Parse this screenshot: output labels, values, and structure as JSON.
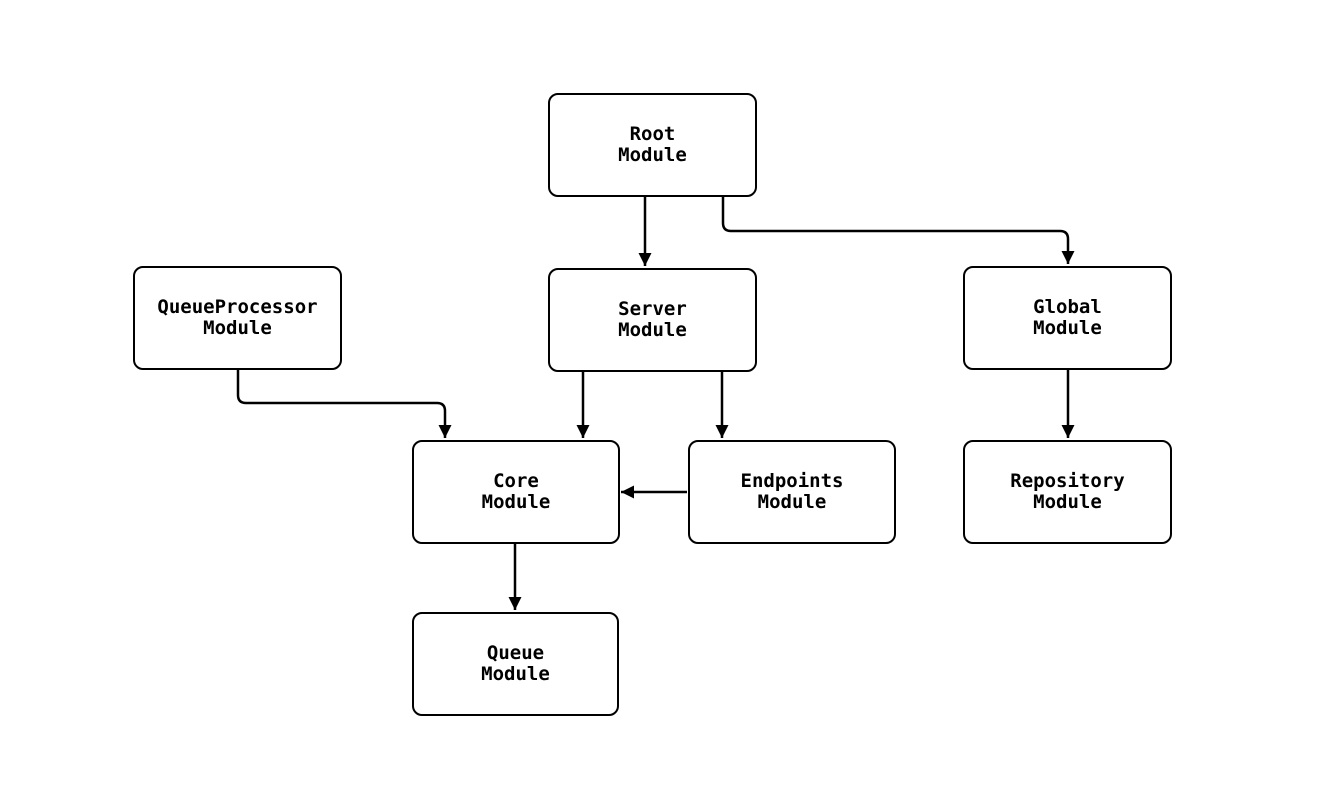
{
  "diagram": {
    "type": "flowchart",
    "background_color": "#ffffff",
    "node_fill": "#ffffff",
    "node_border_color": "#000000",
    "edge_color": "#000000",
    "text_color": "#000000",
    "nodes": [
      {
        "id": "root-module",
        "line1": "Root",
        "line2": "Module"
      },
      {
        "id": "queueprocessor-module",
        "line1": "QueueProcessor",
        "line2": "Module"
      },
      {
        "id": "server-module",
        "line1": "Server",
        "line2": "Module"
      },
      {
        "id": "global-module",
        "line1": "Global",
        "line2": "Module"
      },
      {
        "id": "core-module",
        "line1": "Core",
        "line2": "Module"
      },
      {
        "id": "endpoints-module",
        "line1": "Endpoints",
        "line2": "Module"
      },
      {
        "id": "repository-module",
        "line1": "Repository",
        "line2": "Module"
      },
      {
        "id": "queue-module",
        "line1": "Queue",
        "line2": "Module"
      }
    ],
    "edges": [
      {
        "from": "root-module",
        "to": "server-module"
      },
      {
        "from": "root-module",
        "to": "global-module"
      },
      {
        "from": "queueprocessor-module",
        "to": "core-module"
      },
      {
        "from": "server-module",
        "to": "core-module"
      },
      {
        "from": "server-module",
        "to": "endpoints-module"
      },
      {
        "from": "endpoints-module",
        "to": "core-module"
      },
      {
        "from": "global-module",
        "to": "repository-module"
      },
      {
        "from": "core-module",
        "to": "queue-module"
      }
    ]
  }
}
